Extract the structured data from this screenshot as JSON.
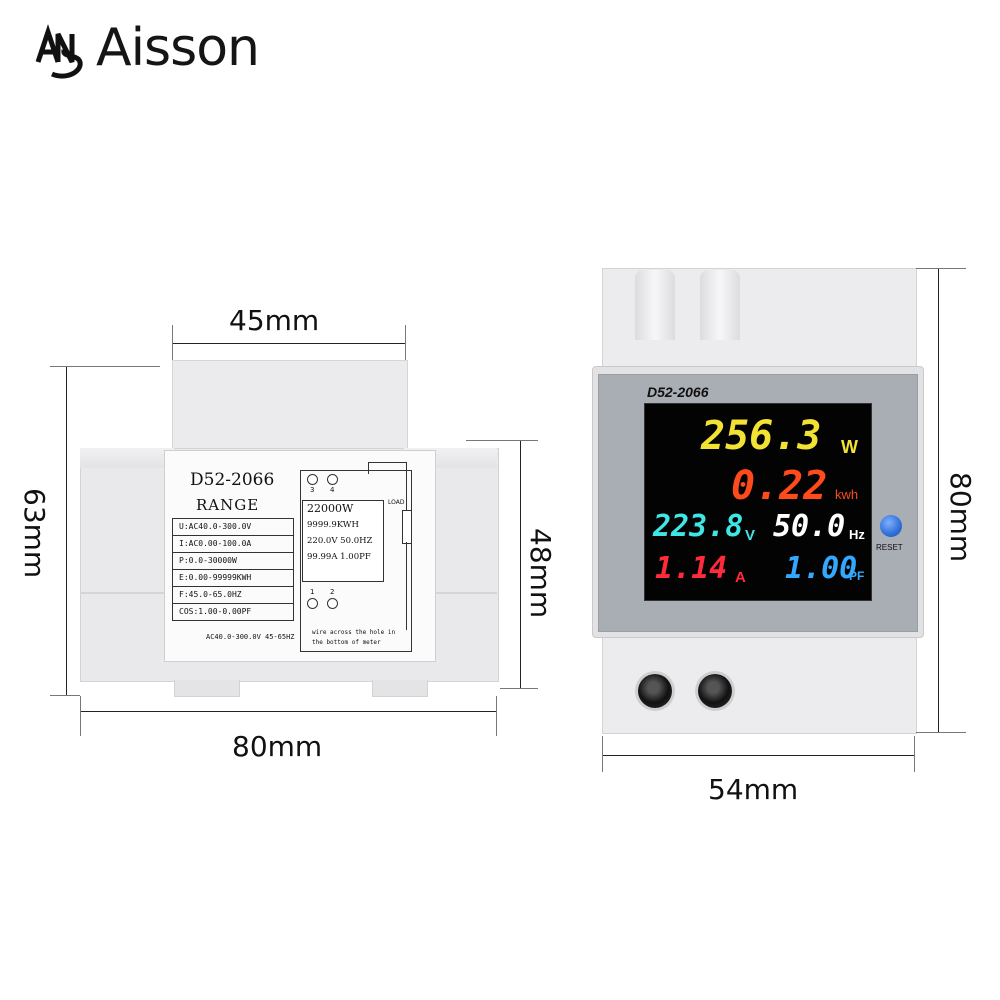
{
  "brand": {
    "name": "Aisson",
    "logo_icon": "ans-logo-icon"
  },
  "dimensions": {
    "side_width": "45mm",
    "side_height_left": "63mm",
    "side_height_right": "48mm",
    "side_depth": "80mm",
    "front_height": "80mm",
    "front_width": "54mm"
  },
  "side_label": {
    "model": "D52-2066",
    "range": "RANGE",
    "specs": [
      "U:AC40.0-300.0V",
      "I:AC0.00-100.0A",
      "P:0.0-30000W",
      "E:0.00-99999KWH",
      "F:45.0-65.0HZ",
      "COS:1.00-0.00PF"
    ],
    "lcd_lines": [
      "22000W",
      "9999.9KWH",
      "220.0V 50.0HZ",
      "99.99A 1.00PF"
    ],
    "terminals_top": [
      "3",
      "4"
    ],
    "terminals_bottom": [
      "1",
      "2"
    ],
    "load": "LOAD",
    "footer_left": "AC40.0-300.0V 45-65HZ",
    "footer_right_1": "wire across the hole in",
    "footer_right_2": "the bottom of meter"
  },
  "front": {
    "model": "D52-2066",
    "power": {
      "value": "256.3",
      "unit": "W"
    },
    "energy": {
      "value": "0.22",
      "unit": "kwh"
    },
    "voltage": {
      "value": "223.8",
      "unit": "V"
    },
    "frequency": {
      "value": "50.0",
      "unit": "Hz"
    },
    "current": {
      "value": "1.14",
      "unit": "A"
    },
    "power_factor": {
      "value": "1.00",
      "unit": "PF"
    },
    "reset_label": "RESET"
  },
  "colors": {
    "power": "#f2e233",
    "energy": "#ff4a1c",
    "voltage": "#3fe6e6",
    "frequency": "#ffffff",
    "current": "#ff2a3a",
    "power_factor": "#34a8ff"
  }
}
